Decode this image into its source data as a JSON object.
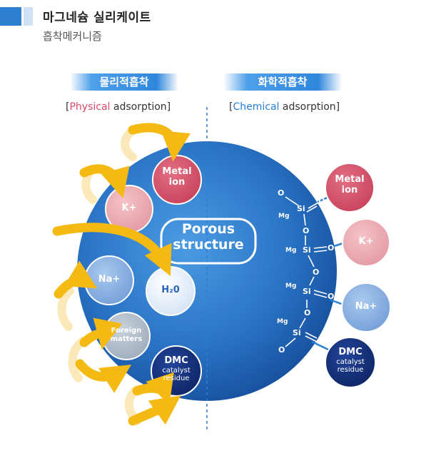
{
  "header": {
    "title": "마그네슘 실리케이트",
    "subtitle": "흡착메커니즘"
  },
  "left": {
    "tag": "물리적흡착",
    "caption_open": "[",
    "caption_highlight": "Physical",
    "caption_rest": " adsorption]"
  },
  "right": {
    "tag": "화학적흡착",
    "caption_open": "[",
    "caption_highlight": "Chemical",
    "caption_rest": " adsorption]"
  },
  "center": {
    "line1": "Porous",
    "line2": "structure"
  },
  "left_bubbles": {
    "metal_line1": "Metal",
    "metal_line2": "ion",
    "k": "K+",
    "na": "Na+",
    "h2o": "H₂0",
    "foreign_line1": "Foreign",
    "foreign_line2": "matters",
    "dmc_line1": "DMC",
    "dmc_line2": "catalyst",
    "dmc_line3": "residue"
  },
  "right_bubbles": {
    "metal_line1": "Metal",
    "metal_line2": "ion",
    "k": "K+",
    "na": "Na+",
    "dmc_line1": "DMC",
    "dmc_line2": "catalyst",
    "dmc_line3": "residue"
  },
  "chain": {
    "o": "O",
    "si": "Si",
    "mg": "Mg"
  },
  "colors": {
    "sphere_dark": "#1553a3",
    "sphere_light": "#3d8fdc",
    "metal": "#d65168",
    "k": "#eeadb4",
    "na": "#8fb8e6",
    "h2o": "#e9f1fb",
    "foreign": "#b7c2cf",
    "dmc": "#14307a",
    "arrow": "#f5b914"
  }
}
